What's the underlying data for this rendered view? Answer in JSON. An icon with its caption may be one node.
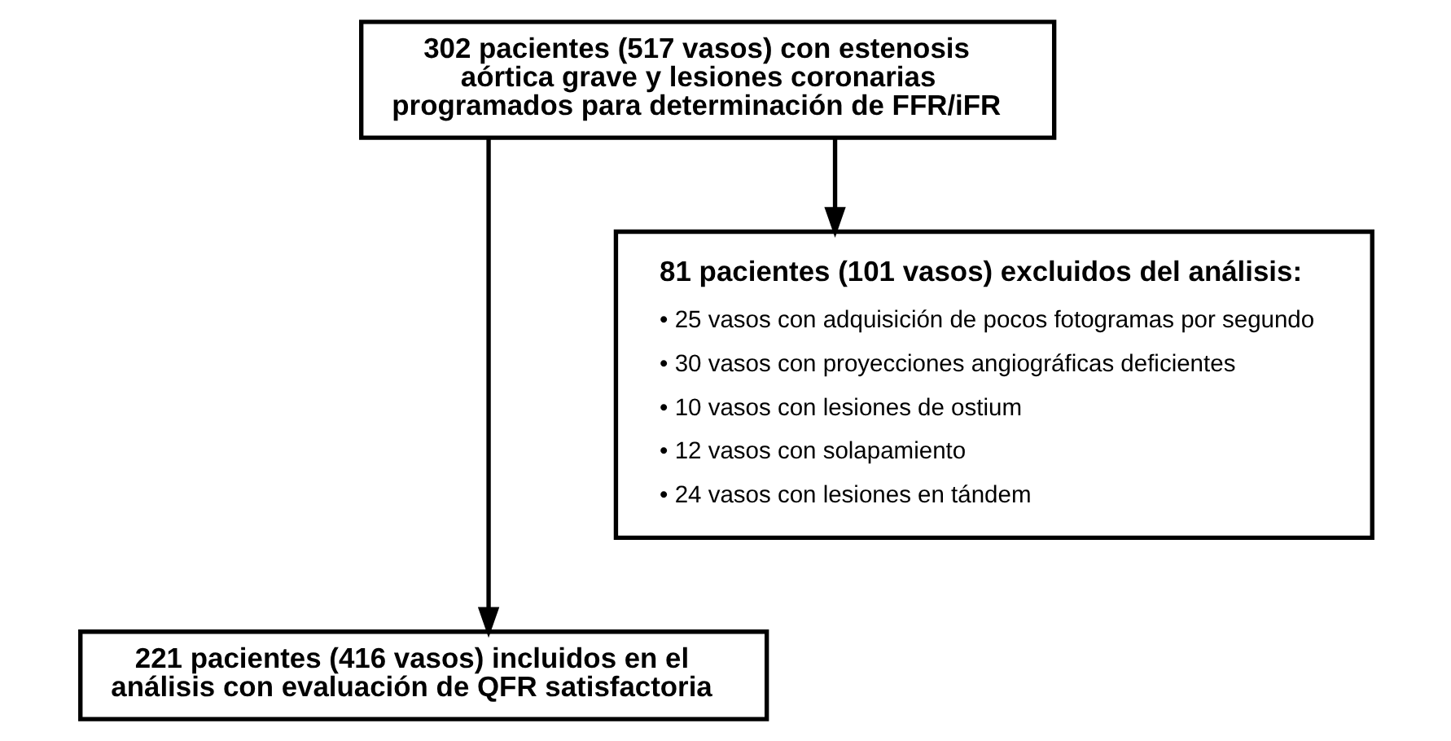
{
  "diagram": {
    "nodes": [
      {
        "text": [
          "302 pacientes (517 vasos) con estenosis aórtica grave y lesiones coronarias programados para determinación de FFR/iFR"
        ]
      },
      {
        "text": [
          "81 pacientes (101 vasos) excluidos del análisis:",
          "• 25 vasos con adquisición de pocos fotogramas por segundo",
          "• 30 vasos con proyecciones angiográficas deficientes",
          "• 10 vasos con lesiones de ostium",
          "• 12 vasos con solapamiento",
          "• 24 vasos con lesiones en tándem"
        ]
      },
      {
        "text": [
          "221 pacientes (416 vasos) incluidos en el análisis con evaluación de QFR satisfactoria"
        ]
      }
    ],
    "edges": [
      {
        "from": 0,
        "to": 1,
        "arrow": "to"
      },
      {
        "from": 0,
        "to": 2,
        "arrow": "to"
      }
    ]
  }
}
